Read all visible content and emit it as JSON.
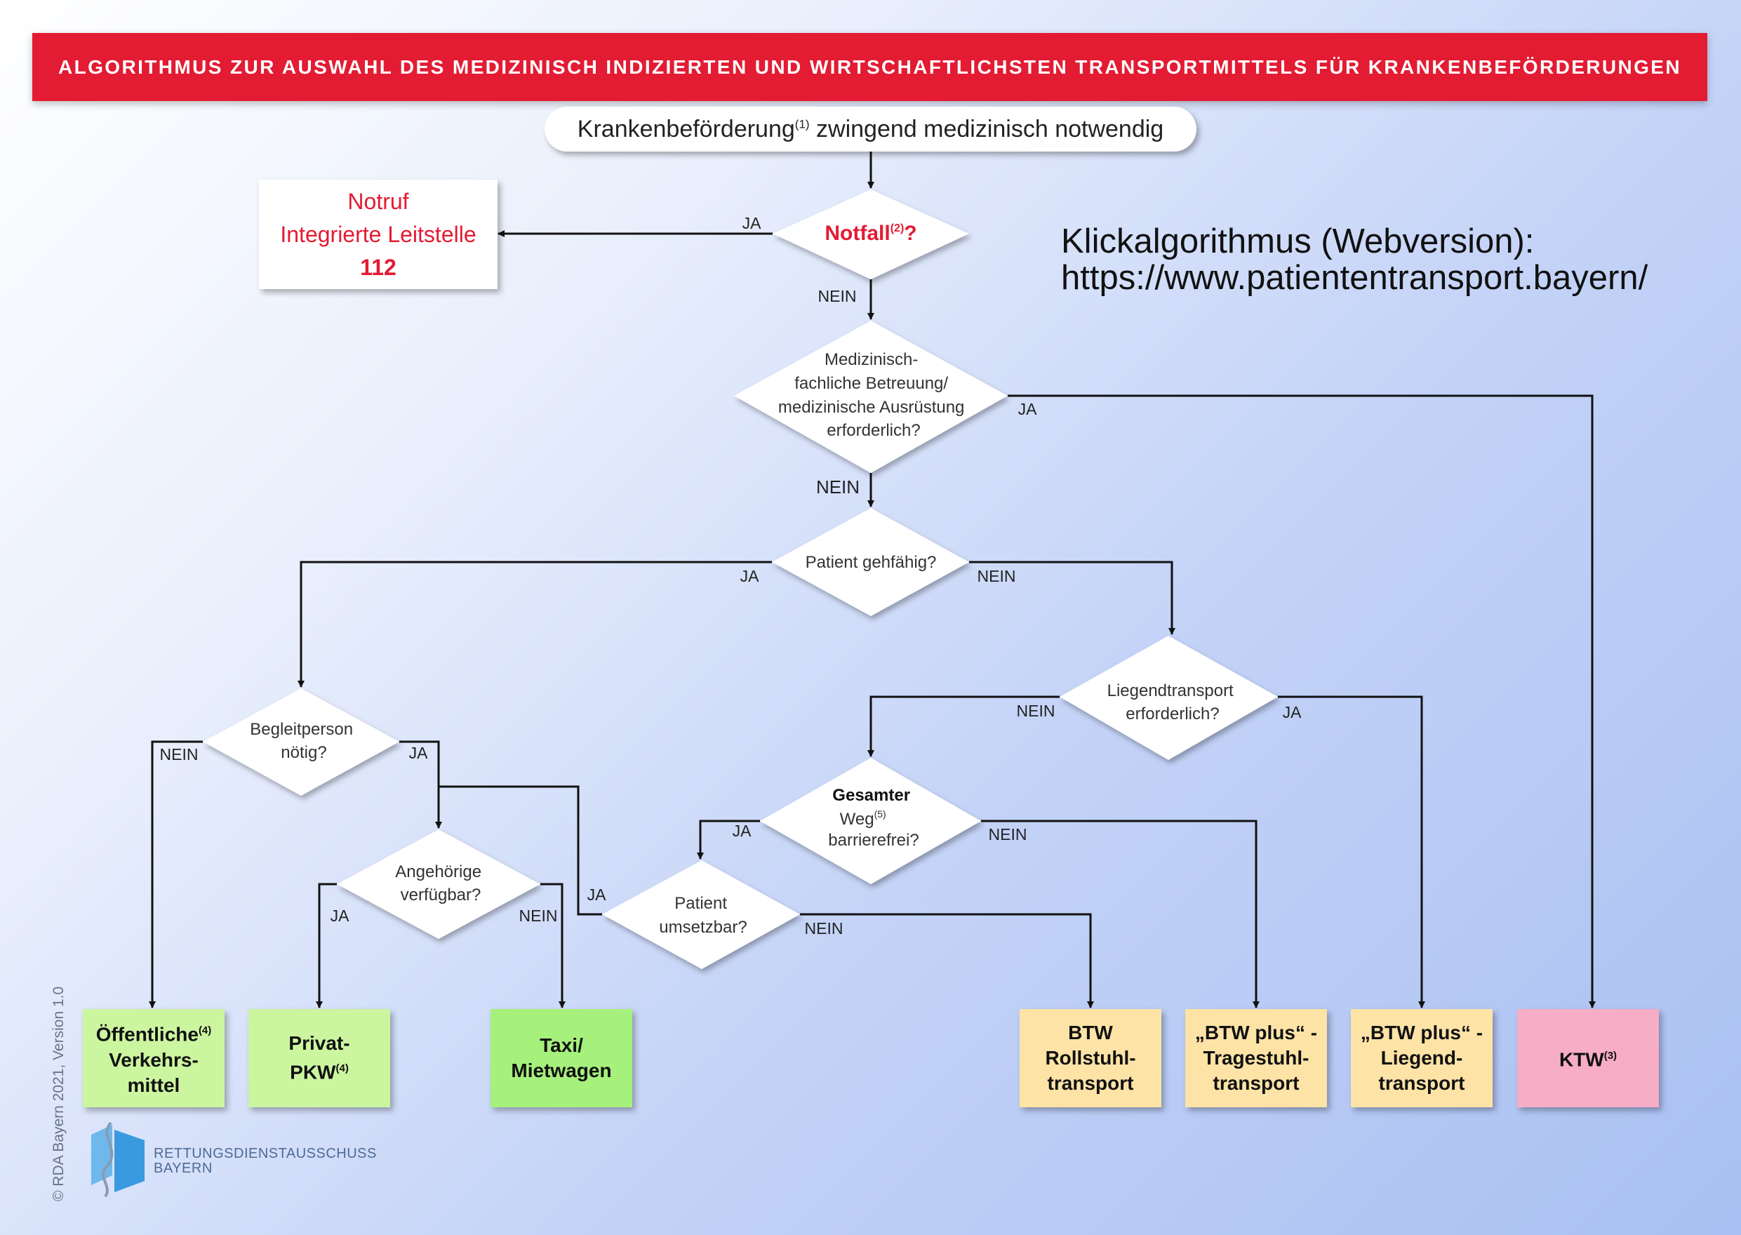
{
  "header": {
    "title": "ALGORITHMUS ZUR AUSWAHL DES MEDIZINISCH INDIZIERTEN UND WIRTSCHAFTLICHSTEN TRANSPORTMITTELS FÜR KRANKENBEFÖRDERUNGEN"
  },
  "start": {
    "text_before": "Krankenbeförderung",
    "footnote": "(1)",
    "text_after": " zwingend medizinisch notwendig"
  },
  "notruf": {
    "line1": "Notruf",
    "line2": "Integrierte Leitstelle",
    "number": "112"
  },
  "web": {
    "line1": "Klickalgorithmus (Webversion):",
    "line2": "https://www.patiententransport.bayern/"
  },
  "decisions": [
    {
      "lines": [
        "Notfall(2)?"
      ]
    },
    {
      "lines": [
        "Medizinisch-",
        "fachliche Betreuung/",
        "medizinische Ausrüstung",
        "erforderlich?"
      ]
    },
    {
      "lines": [
        "Patient gehfähig?"
      ]
    },
    {
      "lines": [
        "Liegendtransport",
        "erforderlich?"
      ]
    },
    {
      "lines": [
        "Begleitperson",
        "nötig?"
      ]
    },
    {
      "lines": [
        "Gesamter",
        "Weg(5)",
        "barrierefrei?"
      ]
    },
    {
      "lines": [
        "Angehörige",
        "verfügbar?"
      ]
    },
    {
      "lines": [
        "Patient",
        "umsetzbar?"
      ]
    }
  ],
  "labels": {
    "ja": "JA",
    "nein": "NEIN"
  },
  "results": [
    {
      "line1": "Öffentliche",
      "sup": "(4)",
      "line2": "Verkehrs-",
      "line3": "mittel"
    },
    {
      "line1": "Privat-",
      "line2": "PKW",
      "sup": "(4)"
    },
    {
      "line1": "Taxi/",
      "line2": "Mietwagen"
    },
    {
      "line1": "BTW",
      "line2": "Rollstuhl-",
      "line3": "transport"
    },
    {
      "line1": "„BTW plus“ -",
      "line2": "Tragestuhl-",
      "line3": "transport"
    },
    {
      "line1": "„BTW plus“ -",
      "line2": "Liegend-",
      "line3": "transport"
    },
    {
      "line1": "KTW",
      "sup": "(3)"
    }
  ],
  "footer": {
    "org_line1": "RETTUNGSDIENSTAUSSCHUSS",
    "org_line2": "BAYERN",
    "copyright": "© RDA Bayern 2021, Version 1.0"
  },
  "colors": {
    "accent_red": "#e31b33",
    "green_light": "#ccf5a0",
    "green": "#a6f07c",
    "yellow": "#fde3a6",
    "pink": "#f7adc6"
  }
}
